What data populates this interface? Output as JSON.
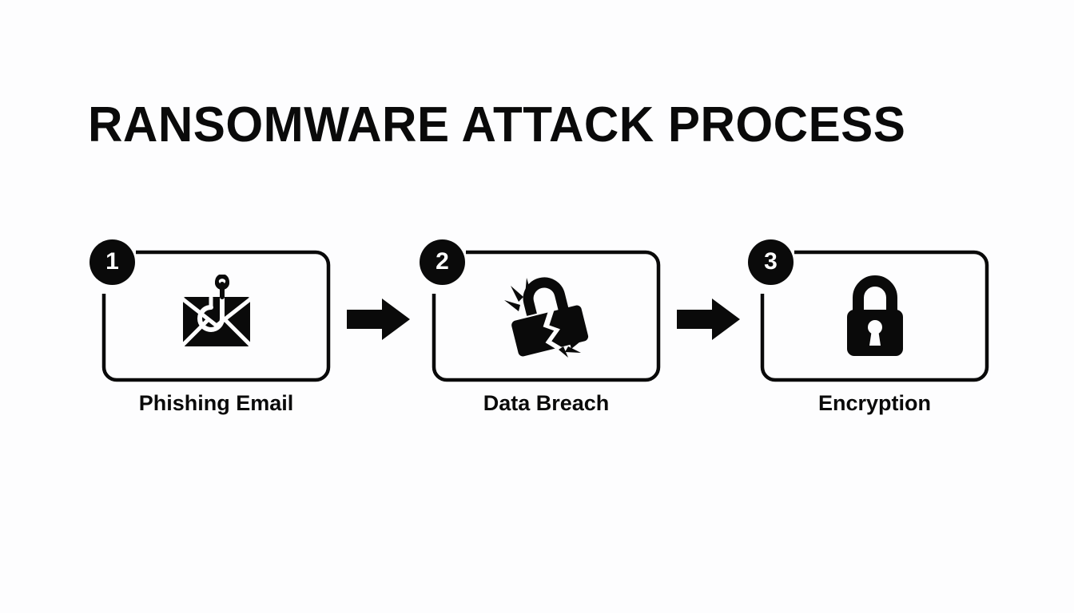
{
  "page": {
    "title": "RANSOMWARE ATTACK PROCESS",
    "background_color": "#fdfdfe",
    "ink_color": "#0a0a0a"
  },
  "flow": {
    "steps": [
      {
        "number": "1",
        "label": "Phishing Email",
        "icon": "envelope-fishhook-icon"
      },
      {
        "number": "2",
        "label": "Data Breach",
        "icon": "broken-padlock-icon"
      },
      {
        "number": "3",
        "label": "Encryption",
        "icon": "locked-padlock-icon"
      }
    ],
    "connectors": [
      {
        "name": "arrow-right-icon"
      },
      {
        "name": "arrow-right-icon"
      }
    ]
  }
}
